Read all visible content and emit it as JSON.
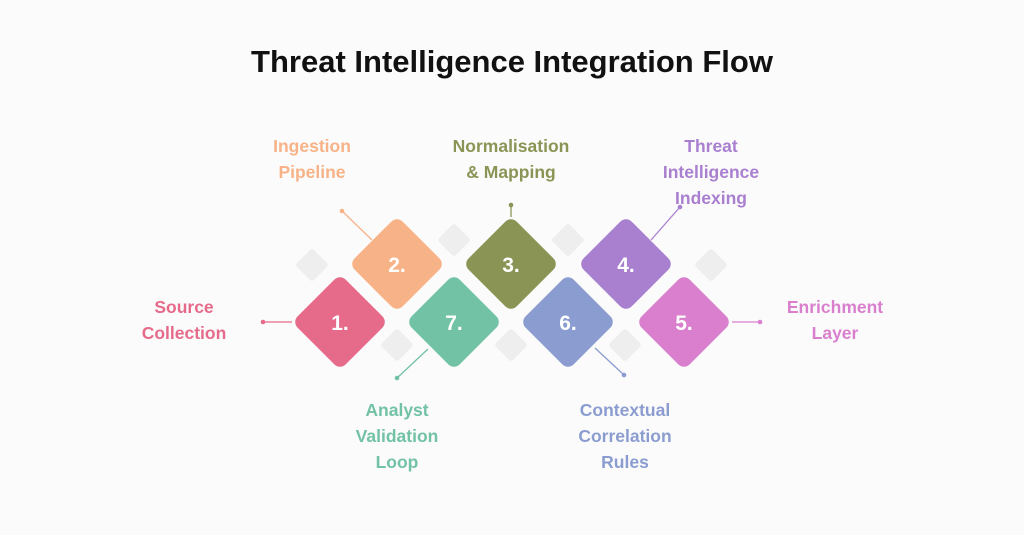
{
  "title": "Threat Intelligence Integration Flow",
  "steps": [
    {
      "num": "1.",
      "label_lines": [
        "Source",
        "Collection"
      ],
      "color": "#e66a8a"
    },
    {
      "num": "2.",
      "label_lines": [
        "Ingestion",
        "Pipeline"
      ],
      "color": "#f7b387"
    },
    {
      "num": "3.",
      "label_lines": [
        "Normalisation",
        "& Mapping"
      ],
      "color": "#8a9455"
    },
    {
      "num": "4.",
      "label_lines": [
        "Threat",
        "Intelligence",
        "Indexing"
      ],
      "color": "#a97fd0"
    },
    {
      "num": "5.",
      "label_lines": [
        "Enrichment",
        "Layer"
      ],
      "color": "#d97fcd"
    },
    {
      "num": "6.",
      "label_lines": [
        "Contextual",
        "Correlation",
        "Rules"
      ],
      "color": "#8b9dd0"
    },
    {
      "num": "7.",
      "label_lines": [
        "Analyst",
        "Validation",
        "Loop"
      ],
      "color": "#72c2a5"
    }
  ]
}
